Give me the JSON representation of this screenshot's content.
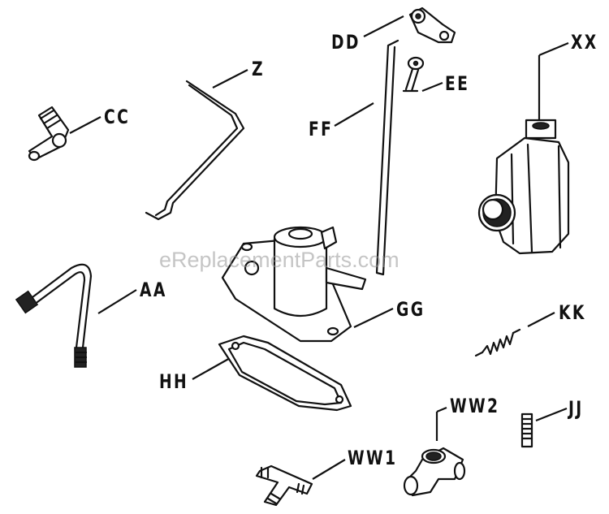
{
  "watermark": "eReplacementParts.com",
  "parts": {
    "dd": "DD",
    "ee": "EE",
    "ff": "FF",
    "z": "Z",
    "cc": "CC",
    "xx": "XX",
    "aa": "AA",
    "gg": "GG",
    "kk": "KK",
    "hh": "HH",
    "ww2": "WW2",
    "jj": "JJ",
    "ww1": "WW1"
  }
}
